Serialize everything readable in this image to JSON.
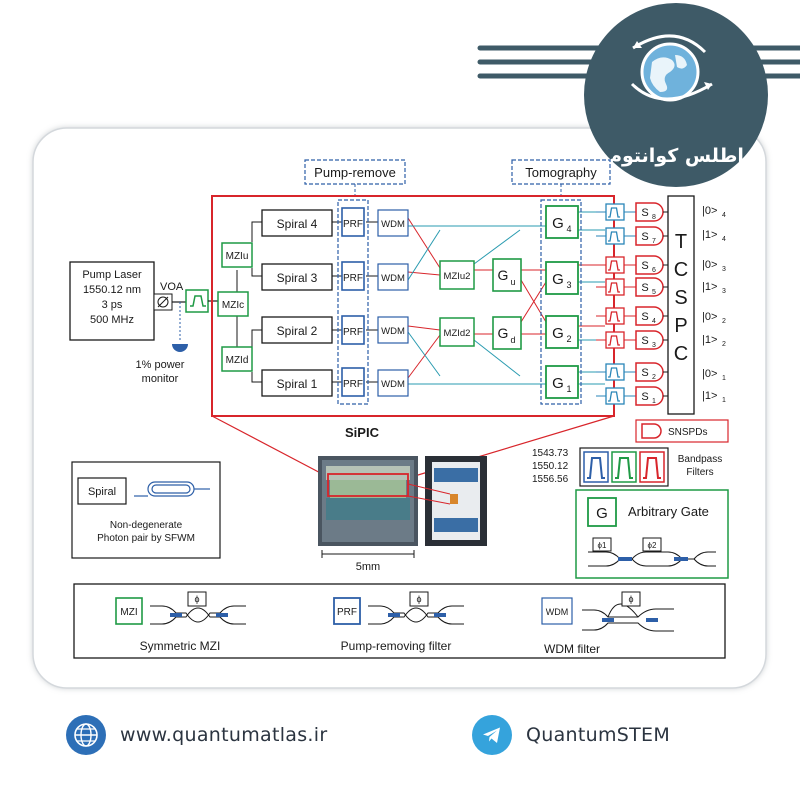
{
  "brand": {
    "name": "اطلس کوانتوم",
    "colors": {
      "badge": "#3e5a67",
      "accent_red": "#d8252b",
      "accent_green": "#1f9a45",
      "accent_blue": "#2d5fa8"
    }
  },
  "diagram": {
    "groups": {
      "pump_remove": "Pump-remove",
      "tomography": "Tomography"
    },
    "pump_laser": [
      "Pump Laser",
      "1550.12 nm",
      "3 ps",
      "500 MHz"
    ],
    "voa": "VOA",
    "power_monitor": [
      "1% power",
      "monitor"
    ],
    "mzi_labels": {
      "u": "MZIu",
      "c": "MZIc",
      "d": "MZId",
      "u2": "MZIu2",
      "d2": "MZId2"
    },
    "spirals": [
      "Spiral 4",
      "Spiral 3",
      "Spiral 2",
      "Spiral 1"
    ],
    "prf": "PRF",
    "wdm": "WDM",
    "g_small": {
      "u_main": "G",
      "u_sub": "u",
      "d_main": "G",
      "d_sub": "d"
    },
    "g_gates": [
      {
        "main": "G",
        "sub": "4"
      },
      {
        "main": "G",
        "sub": "3"
      },
      {
        "main": "G",
        "sub": "2"
      },
      {
        "main": "G",
        "sub": "1"
      }
    ],
    "detectors": [
      {
        "main": "S",
        "sub": "8"
      },
      {
        "main": "S",
        "sub": "7"
      },
      {
        "main": "S",
        "sub": "6"
      },
      {
        "main": "S",
        "sub": "5"
      },
      {
        "main": "S",
        "sub": "4"
      },
      {
        "main": "S",
        "sub": "3"
      },
      {
        "main": "S",
        "sub": "2"
      },
      {
        "main": "S",
        "sub": "1"
      }
    ],
    "tcspc": [
      "T",
      "C",
      "S",
      "P",
      "C"
    ],
    "qubit_states": [
      {
        "ket": "|0>",
        "sub": "4"
      },
      {
        "ket": "|1>",
        "sub": "4"
      },
      {
        "ket": "|0>",
        "sub": "3"
      },
      {
        "ket": "|1>",
        "sub": "3"
      },
      {
        "ket": "|0>",
        "sub": "2"
      },
      {
        "ket": "|1>",
        "sub": "2"
      },
      {
        "ket": "|0>",
        "sub": "1"
      },
      {
        "ket": "|1>",
        "sub": "1"
      }
    ],
    "chip_label": "SiPIC",
    "scale_label": "5mm",
    "legend": {
      "snspd": "SNSPDs",
      "wavelengths": [
        "1543.73",
        "1550.12",
        "1556.56"
      ],
      "bandpass": [
        "Bandpass",
        "Filters"
      ],
      "gate_symbol": "G",
      "arbitrary_gate": "Arbitrary Gate",
      "phi1": "ϕ1",
      "phi2": "ϕ2",
      "spiral_box": "Spiral",
      "spiral_desc": [
        "Non-degenerate",
        "Photon pair by SFWM"
      ],
      "mzi_box": "MZI",
      "mzi_desc": "Symmetric MZI",
      "prf_box": "PRF",
      "prf_desc": "Pump-removing filter",
      "wdm_box": "WDM",
      "wdm_desc": "WDM filter",
      "phi": "ϕ"
    }
  },
  "footer": {
    "website": "www.quantumatlas.ir",
    "telegram": "QuantumSTEM"
  }
}
